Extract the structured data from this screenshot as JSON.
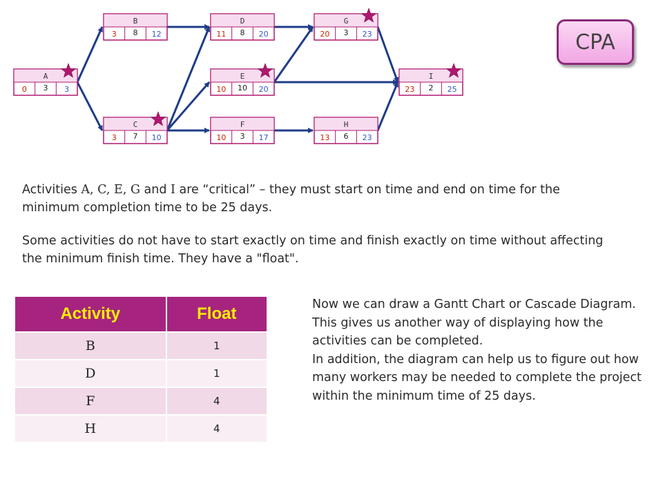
{
  "cpa_button": {
    "label": "CPA"
  },
  "network": {
    "nodes": [
      {
        "id": "A",
        "letter": "A",
        "es": "0",
        "duration": "3",
        "lf": "3",
        "critical": true
      },
      {
        "id": "B",
        "letter": "B",
        "es": "3",
        "duration": "8",
        "lf": "12",
        "critical": false
      },
      {
        "id": "C",
        "letter": "C",
        "es": "3",
        "duration": "7",
        "lf": "10",
        "critical": true
      },
      {
        "id": "D",
        "letter": "D",
        "es": "11",
        "duration": "8",
        "lf": "20",
        "critical": false
      },
      {
        "id": "E",
        "letter": "E",
        "es": "10",
        "duration": "10",
        "lf": "20",
        "critical": true
      },
      {
        "id": "F",
        "letter": "F",
        "es": "10",
        "duration": "3",
        "lf": "17",
        "critical": false
      },
      {
        "id": "G",
        "letter": "G",
        "es": "20",
        "duration": "3",
        "lf": "23",
        "critical": true
      },
      {
        "id": "H",
        "letter": "H",
        "es": "13",
        "duration": "6",
        "lf": "23",
        "critical": false
      },
      {
        "id": "I",
        "letter": "I",
        "es": "23",
        "duration": "2",
        "lf": "25",
        "critical": true
      }
    ],
    "edges": [
      [
        "A",
        "B"
      ],
      [
        "A",
        "C"
      ],
      [
        "B",
        "D"
      ],
      [
        "C",
        "D"
      ],
      [
        "C",
        "E"
      ],
      [
        "C",
        "F"
      ],
      [
        "D",
        "G"
      ],
      [
        "E",
        "G"
      ],
      [
        "F",
        "H"
      ],
      [
        "G",
        "I"
      ],
      [
        "E",
        "I"
      ],
      [
        "H",
        "I"
      ]
    ],
    "colors": {
      "node_border": "#b0186f",
      "node_fill": "#ffffff",
      "header_fill": "#f7dcef",
      "star": "#b0186f",
      "arrow": "#1f3c88"
    }
  },
  "text": {
    "p1": {
      "a": "Activities ",
      "b": "A, C, E, G",
      "c": " and ",
      "d": "I",
      "e": " are “critical” – they must start on time and end on time for the minimum completion time to be 25 days."
    },
    "p2": "Some activities do not have to start exactly on time and finish exactly on time without affecting the minimum finish time. They have a \"float\".",
    "side1": "Now we can draw a Gantt Chart or Cascade Diagram. This gives us another way of displaying how the activities can be completed.",
    "side2": "In addition, the diagram can help us to figure out how many workers may be needed to complete the project within the minimum time of 25 days."
  },
  "float_table": {
    "headers": {
      "activity": "Activity",
      "float": "Float"
    },
    "rows": [
      {
        "activity": "B",
        "float": "1"
      },
      {
        "activity": "D",
        "float": "1"
      },
      {
        "activity": "F",
        "float": "4"
      },
      {
        "activity": "H",
        "float": "4"
      }
    ],
    "colors": {
      "header_bg": "#a6247f",
      "header_text": "#ffef00",
      "row_odd": "#f1d9e8",
      "row_even": "#f8eef4"
    }
  }
}
